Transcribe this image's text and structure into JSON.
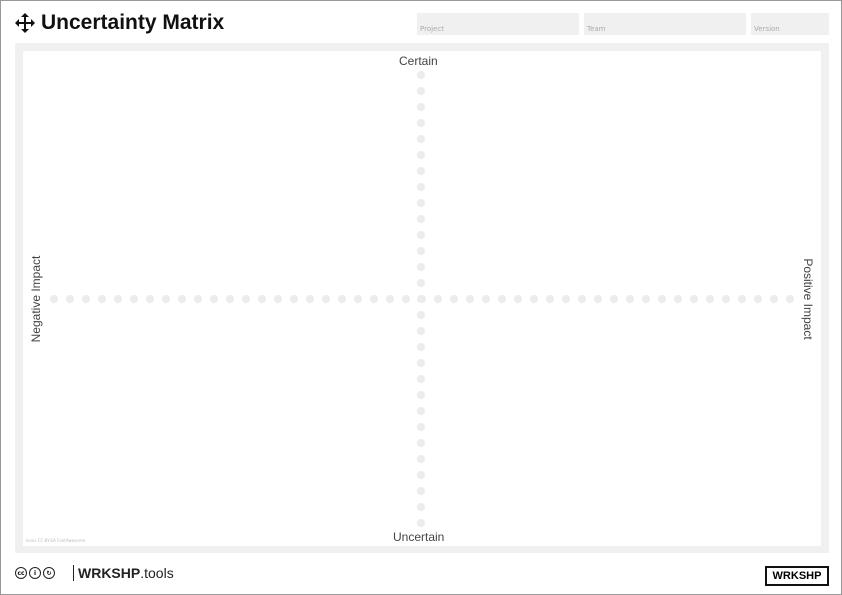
{
  "header": {
    "title": "Uncertainty Matrix",
    "icon": "arrows-move-icon",
    "fields": [
      {
        "label": "Project"
      },
      {
        "label": "Team"
      },
      {
        "label": "Version"
      }
    ]
  },
  "matrix": {
    "top": "Certain",
    "bottom": "Uncertain",
    "left": "Negative Impact",
    "right": "Positive Impact",
    "credit": "Icons CC-BY-SA FontAwesome"
  },
  "footer": {
    "brand_bold": "WRKSHP",
    "brand_rest": ".tools",
    "logo": "WRKSHP",
    "license_icons": [
      "cc-icon",
      "by-icon",
      "sa-icon"
    ]
  }
}
